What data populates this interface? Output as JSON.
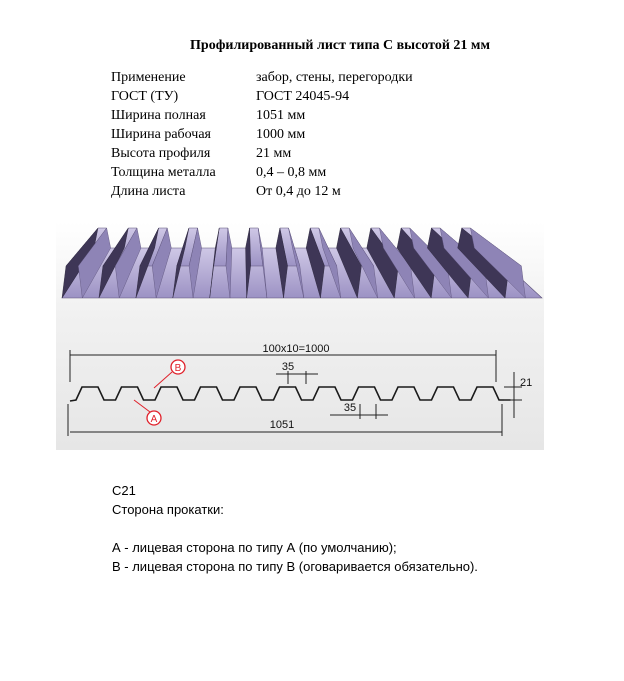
{
  "title": "Профилированный лист типа С высотой 21 мм",
  "specs": [
    {
      "label": "Применение",
      "value": "забор, стены, перегородки"
    },
    {
      "label": "ГОСТ (ТУ)",
      "value": "ГОСТ 24045-94"
    },
    {
      "label": "Ширина полная",
      "value": "1051 мм"
    },
    {
      "label": "Ширина рабочая",
      "value": "1000 мм"
    },
    {
      "label": "Высота профиля",
      "value": "21 мм"
    },
    {
      "label": "Толщина металла",
      "value": "0,4 – 0,8 мм"
    },
    {
      "label": "Длина листа",
      "value": "От 0,4 до 12 м"
    }
  ],
  "drawing": {
    "dim_working": "100x10=1000",
    "dim_top": "35",
    "dim_bottom": "35",
    "dim_height": "21",
    "dim_full": "1051",
    "marker_b": "B",
    "marker_a": "A"
  },
  "notes": {
    "code": "С21",
    "side_label": "Сторона прокатки:",
    "side_a": "А -  лицевая сторона по типу А (по умолчанию);",
    "side_b": "В -  лицевая сторона по типу В (оговаривается обязательно)."
  },
  "colors": {
    "sheet_light": "#b9b0d8",
    "sheet_dark": "#3e3656",
    "marker": "#e0202a",
    "figure_bg": "#e9e9e9"
  }
}
